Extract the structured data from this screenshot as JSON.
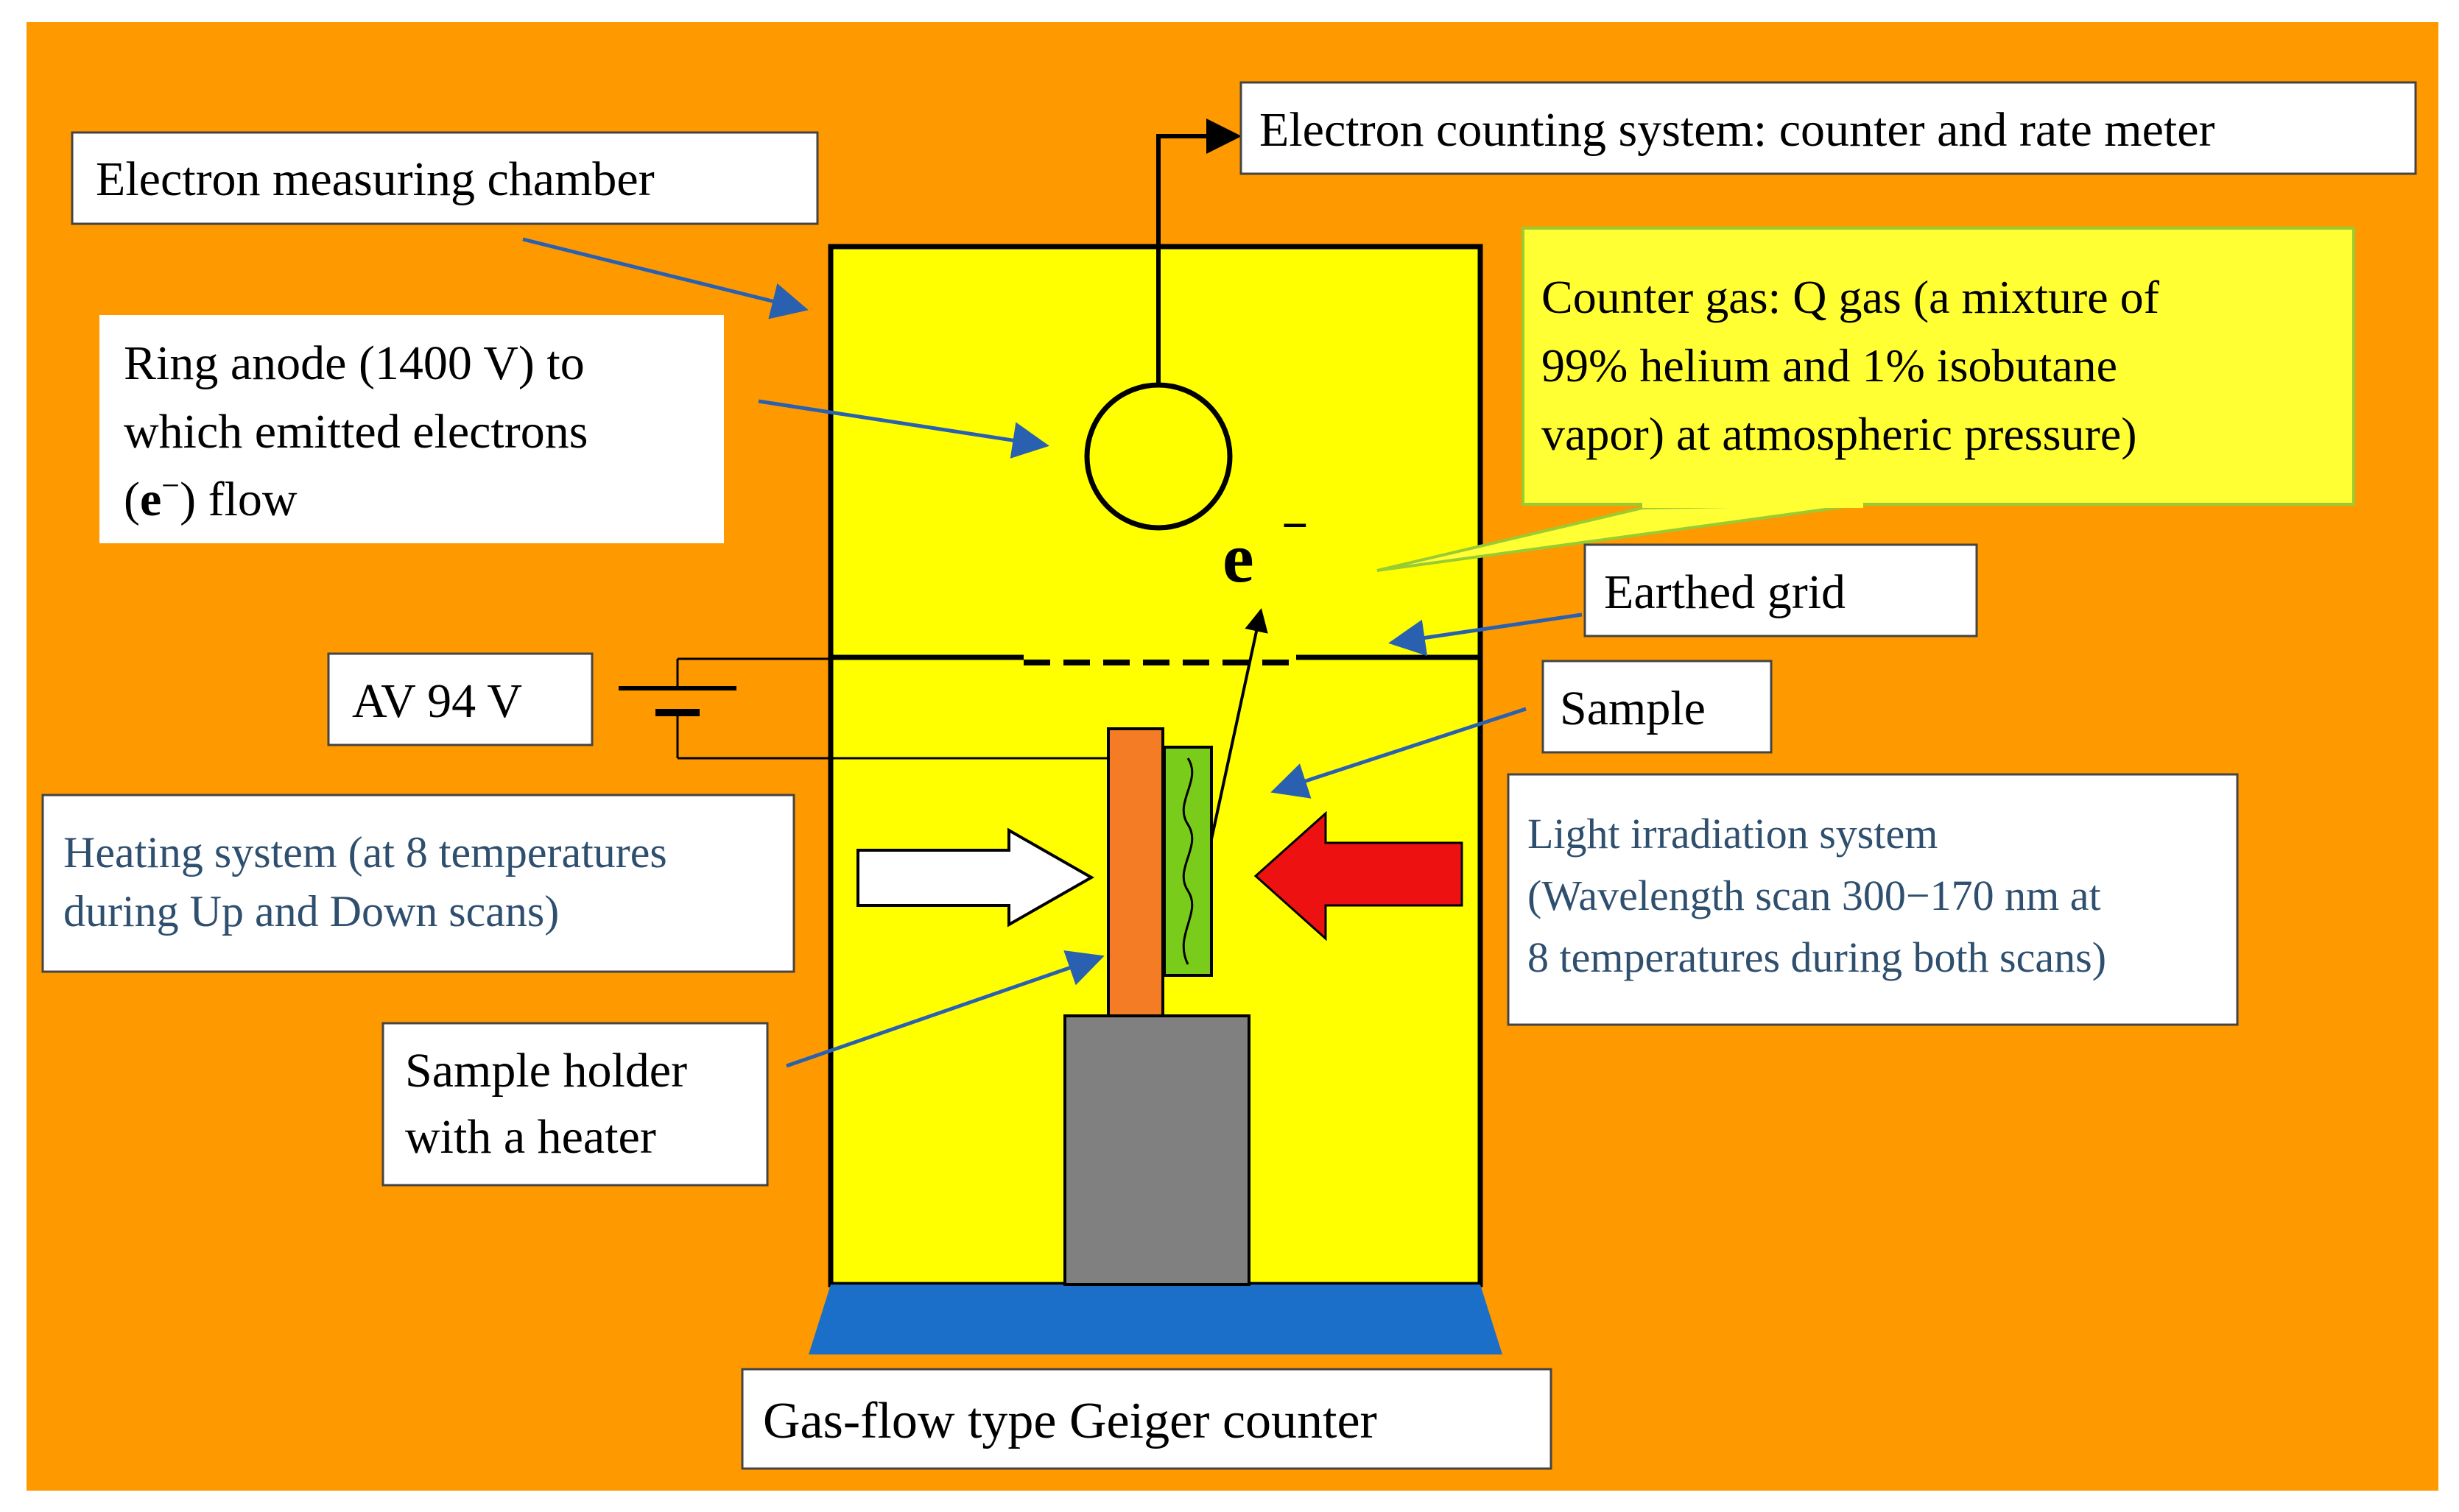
{
  "colors": {
    "background": "#FF9900",
    "chamber": "#FFFF00",
    "base": "#1C6FC9",
    "pedestal": "#808080",
    "heater": "#F37C25",
    "sample": "#7ACC1A",
    "light_arrow": "#EE1111",
    "pointer": "#2A60B0",
    "callout": "#FFFF33",
    "callout_border": "#99CC33",
    "heating_text": "#2F4F6F"
  },
  "labels": {
    "chamber": "Electron measuring chamber",
    "counting": "Electron counting system: counter and rate meter",
    "anode_l1": "Ring anode (1400 V) to",
    "anode_l2": "which emitted electrons",
    "anode_l3_sym": "e",
    "anode_l3_rest": ") flow",
    "gas_l1": "Counter gas: Q gas  (a mixture of",
    "gas_l2": "99% helium and 1% isobutane",
    "gas_l3": "vapor) at atmospheric pressure)",
    "grid": "Earthed grid",
    "voltage": "AV 94 V",
    "sample": "Sample",
    "heating_l1": "Heating system (at 8 temperatures",
    "heating_l2": "during Up and Down scans)",
    "light_l1": "Light irradiation system",
    "light_l2": "(Wavelength scan 300−170 nm at",
    "light_l3": "8 temperatures during both scans)",
    "holder_l1": "Sample holder",
    "holder_l2": "with a heater",
    "counter": "Gas-flow type Geiger counter",
    "electron": "e"
  }
}
